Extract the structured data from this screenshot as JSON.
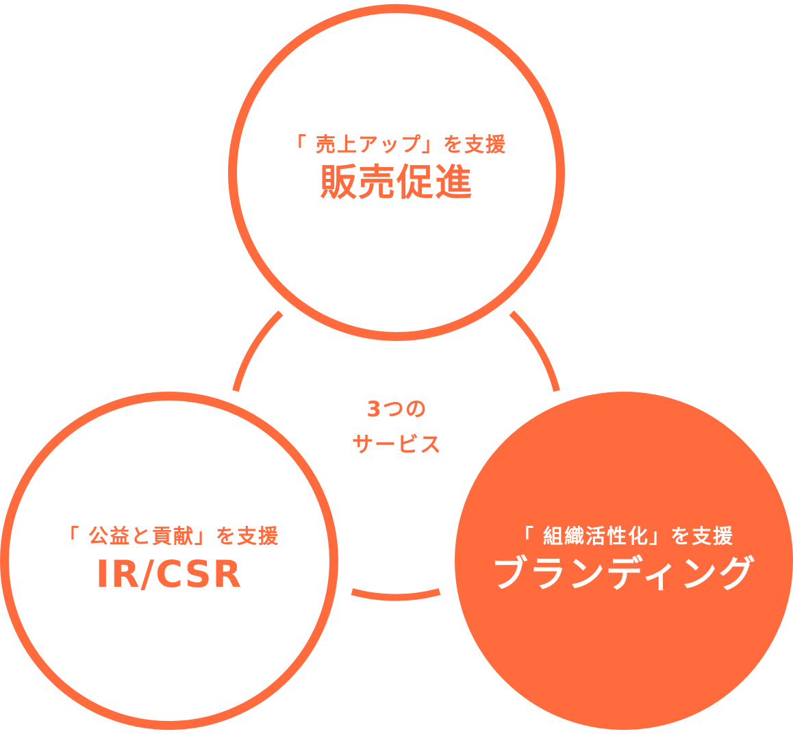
{
  "colors": {
    "accent": "#ff6b3d",
    "background": "#ffffff",
    "filled_text": "#ffffff"
  },
  "center": {
    "line1": "3つの",
    "line2": "サービス"
  },
  "circles": {
    "top": {
      "subtitle": "「 売上アップ」を支援",
      "title": "販売促進",
      "style": "outline"
    },
    "left": {
      "subtitle": "「 公益と貢献」を支援",
      "title": "IR/CSR",
      "style": "outline"
    },
    "right": {
      "subtitle": "「 組織活性化」を支援",
      "title": "ブランディング",
      "style": "filled"
    }
  }
}
